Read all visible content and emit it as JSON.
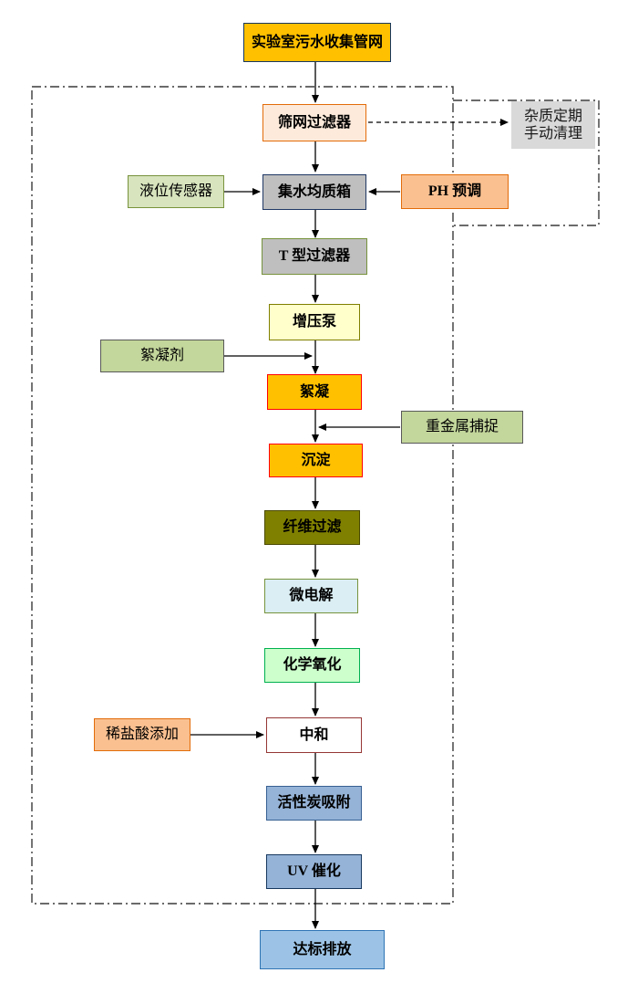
{
  "nodes": {
    "source": {
      "label": "实验室污水收集管网"
    },
    "screen_filter": {
      "label": "筛网过滤器"
    },
    "manual_cleaning": {
      "label_line1": "杂质定期",
      "label_line2": "手动清理"
    },
    "level_sensor": {
      "label": "液位传感器"
    },
    "collection_tank": {
      "label": "集水均质箱"
    },
    "ph_preadjust": {
      "label": "PH 预调"
    },
    "t_filter": {
      "label": "T 型过滤器"
    },
    "booster_pump": {
      "label": "增压泵"
    },
    "flocculant": {
      "label": "絮凝剂"
    },
    "flocculation": {
      "label": "絮凝"
    },
    "heavy_metal_capture": {
      "label": "重金属捕捉"
    },
    "sedimentation": {
      "label": "沉淀"
    },
    "fiber_filter": {
      "label": "纤维过滤"
    },
    "micro_electrolysis": {
      "label": "微电解"
    },
    "chemical_oxidation": {
      "label": "化学氧化"
    },
    "hcl_addition": {
      "label": "稀盐酸添加"
    },
    "neutralization": {
      "label": "中和"
    },
    "activated_carbon": {
      "label": "活性炭吸附"
    },
    "uv_catalysis": {
      "label": "UV 催化"
    },
    "discharge": {
      "label": "达标排放"
    }
  },
  "edges": [
    {
      "from": "source",
      "to": "screen_filter",
      "style": "solid"
    },
    {
      "from": "screen_filter",
      "to": "manual_cleaning",
      "style": "dashed"
    },
    {
      "from": "screen_filter",
      "to": "collection_tank",
      "style": "solid"
    },
    {
      "from": "level_sensor",
      "to": "collection_tank",
      "style": "solid"
    },
    {
      "from": "ph_preadjust",
      "to": "collection_tank",
      "style": "solid"
    },
    {
      "from": "collection_tank",
      "to": "t_filter",
      "style": "solid"
    },
    {
      "from": "t_filter",
      "to": "booster_pump",
      "style": "solid"
    },
    {
      "from": "booster_pump",
      "to": "flocculation",
      "style": "solid"
    },
    {
      "from": "flocculant",
      "to": "flocculation",
      "style": "solid"
    },
    {
      "from": "flocculation",
      "to": "sedimentation",
      "style": "solid"
    },
    {
      "from": "heavy_metal_capture",
      "to": "sedimentation",
      "style": "solid"
    },
    {
      "from": "sedimentation",
      "to": "fiber_filter",
      "style": "solid"
    },
    {
      "from": "fiber_filter",
      "to": "micro_electrolysis",
      "style": "solid"
    },
    {
      "from": "micro_electrolysis",
      "to": "chemical_oxidation",
      "style": "solid"
    },
    {
      "from": "chemical_oxidation",
      "to": "neutralization",
      "style": "solid"
    },
    {
      "from": "hcl_addition",
      "to": "neutralization",
      "style": "solid"
    },
    {
      "from": "neutralization",
      "to": "activated_carbon",
      "style": "solid"
    },
    {
      "from": "activated_carbon",
      "to": "uv_catalysis",
      "style": "solid"
    },
    {
      "from": "uv_catalysis",
      "to": "discharge",
      "style": "solid"
    }
  ],
  "colors": {
    "gold": "#FFC000",
    "peach": "#FAC090",
    "light_peach": "#FDEADA",
    "gray_note": "#D9D9D9",
    "gray_box": "#BFBFBF",
    "light_green": "#C3D69B",
    "pale_green": "#D7E4BD",
    "mint": "#CCFFCC",
    "olive": "#808000",
    "pale_yellow": "#FFFFCC",
    "pale_blue": "#DAEEF3",
    "steel_blue": "#95B3D7",
    "sky_blue": "#9CC3E5",
    "red_border": "#FF0000",
    "orange_border": "#E36C0A",
    "green_border": "#77933C"
  }
}
